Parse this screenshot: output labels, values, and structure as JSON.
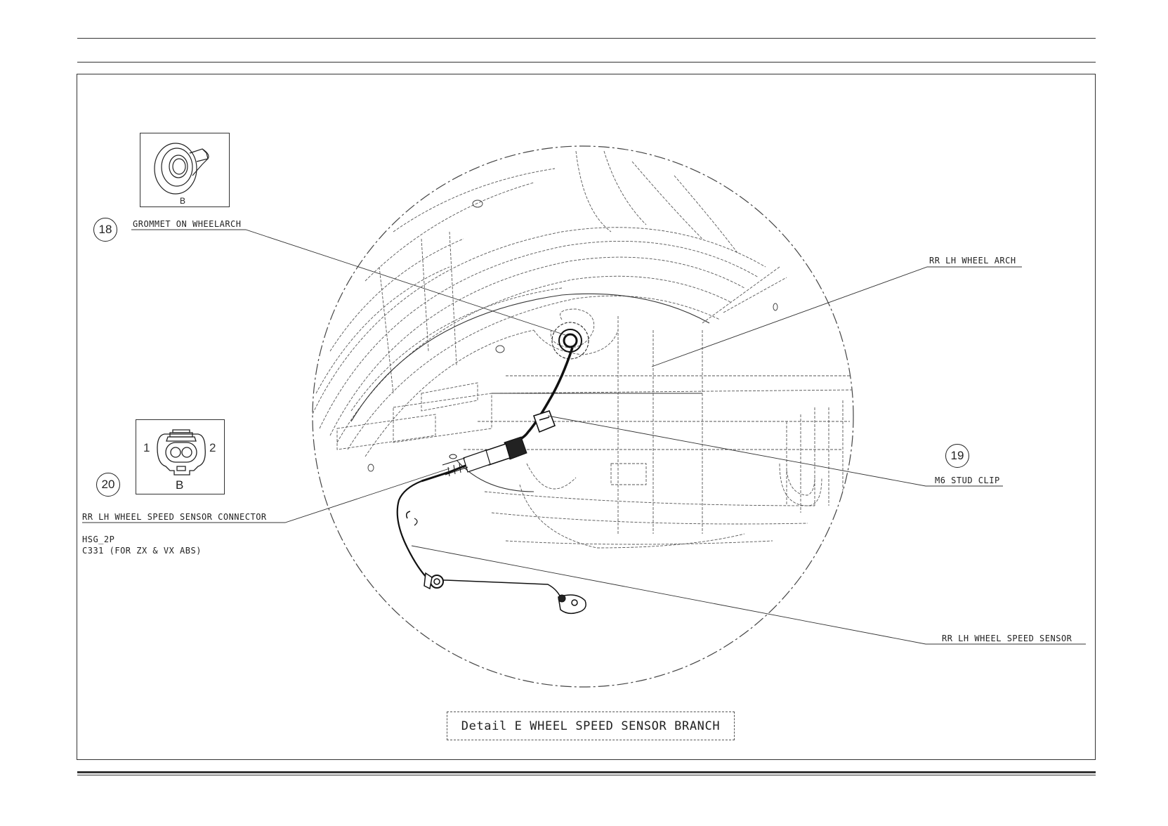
{
  "diagram": {
    "caption": "Detail E WHEEL SPEED SENSOR BRANCH",
    "callouts": [
      {
        "id": "18",
        "label": "GROMMET ON WHEELARCH",
        "view_letter": "B"
      },
      {
        "id": "19",
        "label": "M6 STUD CLIP"
      },
      {
        "id": "20",
        "label": "RR LH WHEEL SPEED SENSOR CONNECTOR",
        "view_letter": "B",
        "pin_left": "1",
        "pin_right": "2"
      }
    ],
    "labels": {
      "wheel_arch": "RR LH WHEEL ARCH",
      "speed_sensor": "RR LH WHEEL SPEED SENSOR"
    },
    "connector_notes": [
      "HSG_2P",
      "C331 (FOR ZX & VX ABS)"
    ]
  }
}
